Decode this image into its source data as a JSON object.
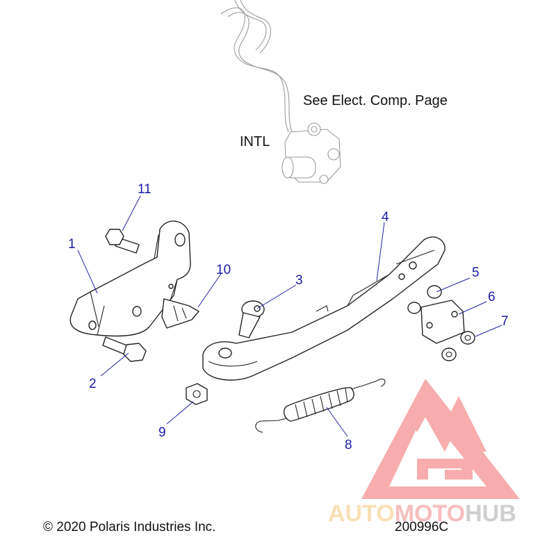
{
  "notes": {
    "see_elect": "See Elect. Comp. Page",
    "intl": "INTL"
  },
  "callouts": [
    "1",
    "2",
    "3",
    "4",
    "5",
    "6",
    "7",
    "8",
    "9",
    "10",
    "11"
  ],
  "footer": {
    "copyright": "© 2020 Polaris Industries Inc.",
    "drawing_number": "200996C"
  },
  "watermark": {
    "word_part1": "AUTO",
    "word_part2": "MOTO",
    "word_part3": "HUB",
    "colors": {
      "auto": "#f5c97a",
      "moto": "#f08a8a",
      "hub": "#a8a8a8",
      "logo": "#f26b6b"
    }
  }
}
